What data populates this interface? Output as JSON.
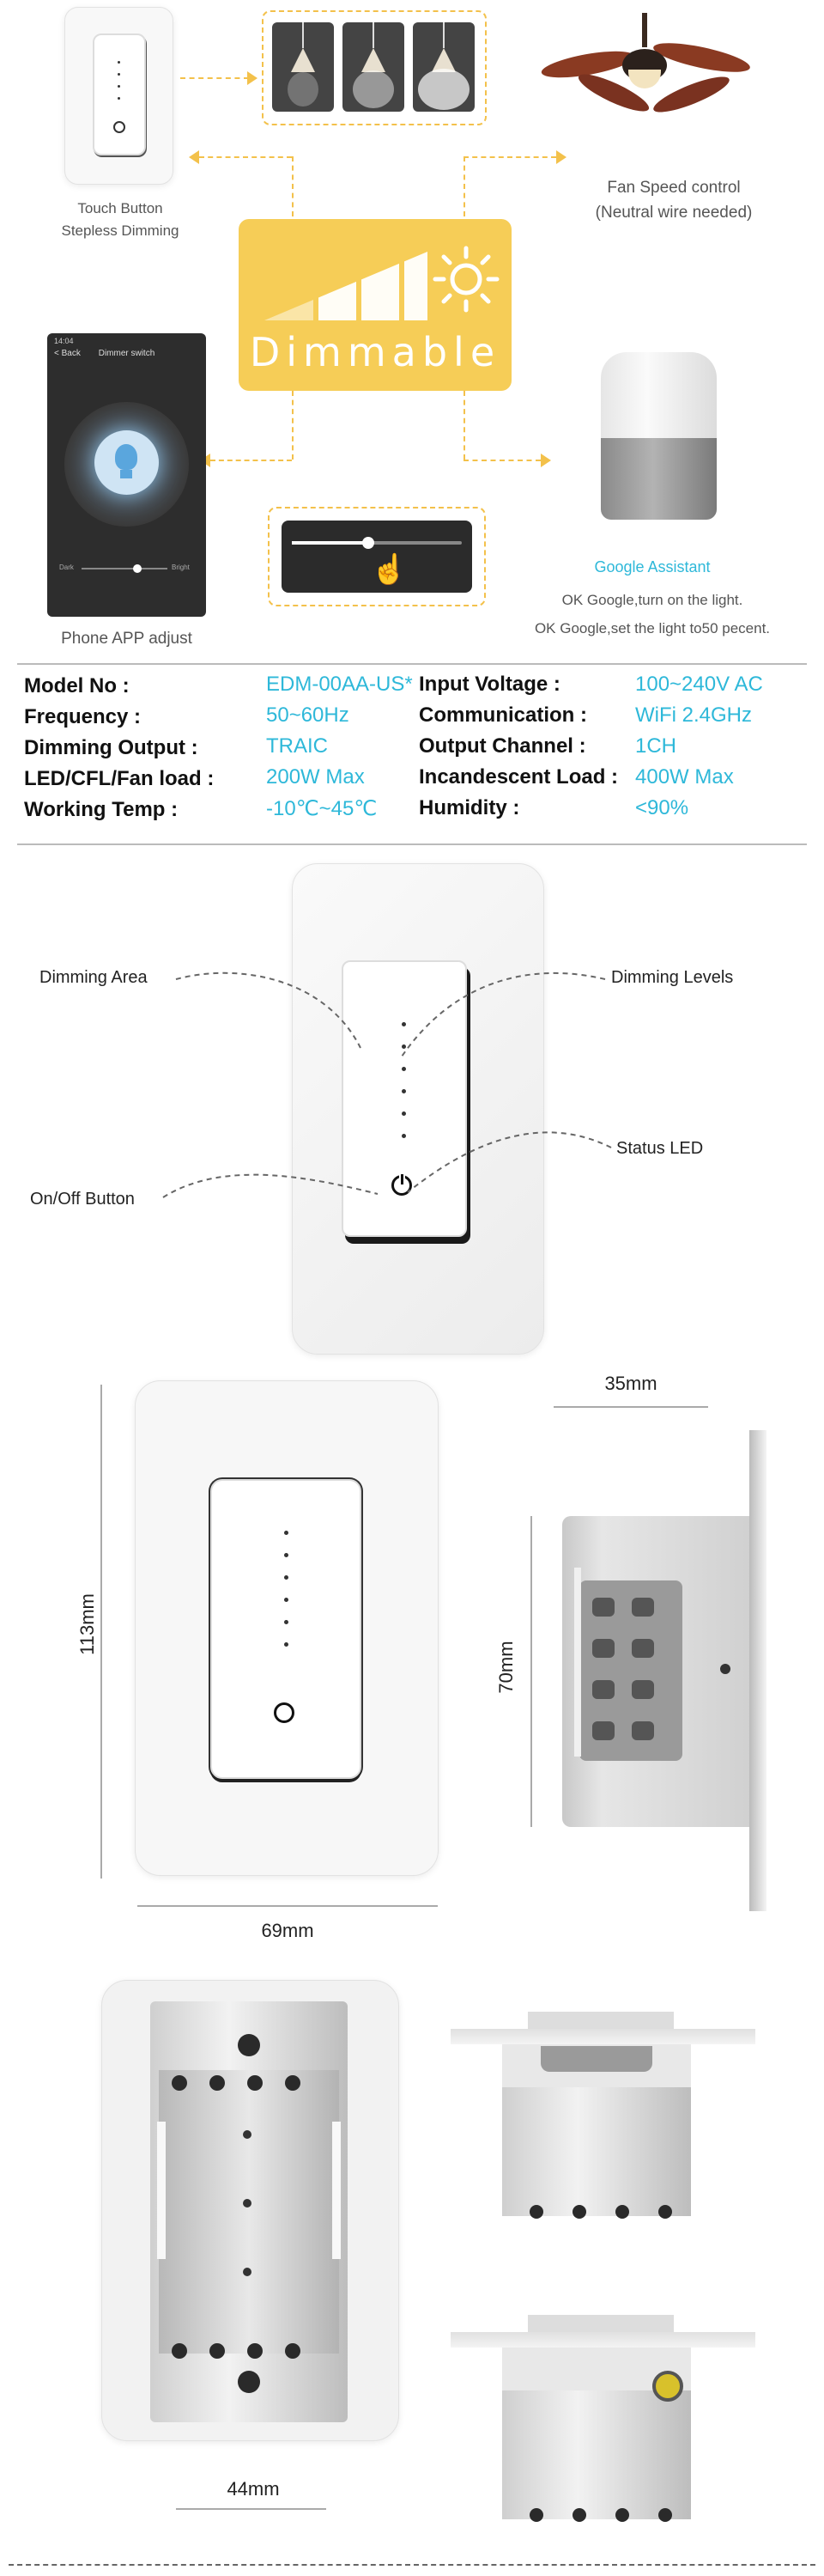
{
  "features": {
    "touch_caption": [
      "Touch Button",
      "Stepless Dimming"
    ],
    "fan_caption": [
      "Fan Speed control",
      "(Neutral wire needed)"
    ],
    "dimmable_label": "Dimmable",
    "phone_caption": "Phone APP adjust",
    "phone_screen": {
      "time": "14:04",
      "back": "< Back",
      "title": "Dimmer switch",
      "dark": "Dark",
      "bright": "Bright"
    },
    "google_title": "Google Assistant",
    "google_lines": [
      "OK Google,turn on the light.",
      "OK Google,set the light to50 pecent."
    ],
    "colors": {
      "accent": "#f6cd57",
      "dash": "#f3c14b",
      "value": "#2eb8d9",
      "google": "#2eb8d9"
    }
  },
  "specs": [
    {
      "label": "Model No :",
      "value": "EDM-00AA-US*"
    },
    {
      "label": "Input Voltage :",
      "value": "100~240V AC"
    },
    {
      "label": "Frequency :",
      "value": "50~60Hz"
    },
    {
      "label": "Communication :",
      "value": "WiFi 2.4GHz"
    },
    {
      "label": "Dimming Output :",
      "value": "TRAIC"
    },
    {
      "label": "Output Channel :",
      "value": "1CH"
    },
    {
      "label": "LED/CFL/Fan load :",
      "value": "200W Max"
    },
    {
      "label": "Incandescent Load :",
      "value": "400W Max"
    },
    {
      "label": "Working Temp :",
      "value": "-10℃~45℃"
    },
    {
      "label": "Humidity :",
      "value": "<90%"
    }
  ],
  "callouts": {
    "dimming_area": "Dimming Area",
    "dimming_levels": "Dimming Levels",
    "status_led": "Status LED",
    "onoff_button": "On/Off Button"
  },
  "dimensions": {
    "height": "113mm",
    "width": "69mm",
    "depth": "35mm",
    "body_height": "70mm",
    "back_width": "44mm"
  }
}
